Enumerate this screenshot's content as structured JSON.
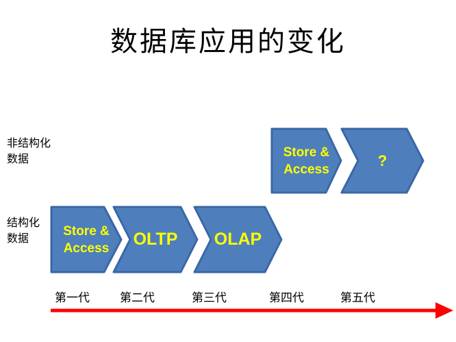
{
  "title": "数据库应用的变化",
  "rows": {
    "unstructured": {
      "label": "非结构化\n数据"
    },
    "structured": {
      "label": "结构化\n数据"
    }
  },
  "shapes": [
    {
      "id": "gen1",
      "row": "structured",
      "type": "pentagon-arrow",
      "label": "Store &\nAccess"
    },
    {
      "id": "gen2",
      "row": "structured",
      "type": "chevron-arrow",
      "label": "OLTP"
    },
    {
      "id": "gen3",
      "row": "structured",
      "type": "chevron-arrow",
      "label": "OLAP"
    },
    {
      "id": "gen4",
      "row": "unstructured",
      "type": "pentagon-arrow",
      "label": "Store &\nAccess"
    },
    {
      "id": "gen5",
      "row": "unstructured",
      "type": "chevron-arrow",
      "label": "?"
    }
  ],
  "generations": [
    "第一代",
    "第二代",
    "第三代",
    "第四代",
    "第五代"
  ],
  "colors": {
    "shape_fill": "#4e7fbc",
    "shape_border": "#3a67a5",
    "shape_text": "#ffff00",
    "timeline_arrow": "#fe0000",
    "title_text": "#000000"
  }
}
